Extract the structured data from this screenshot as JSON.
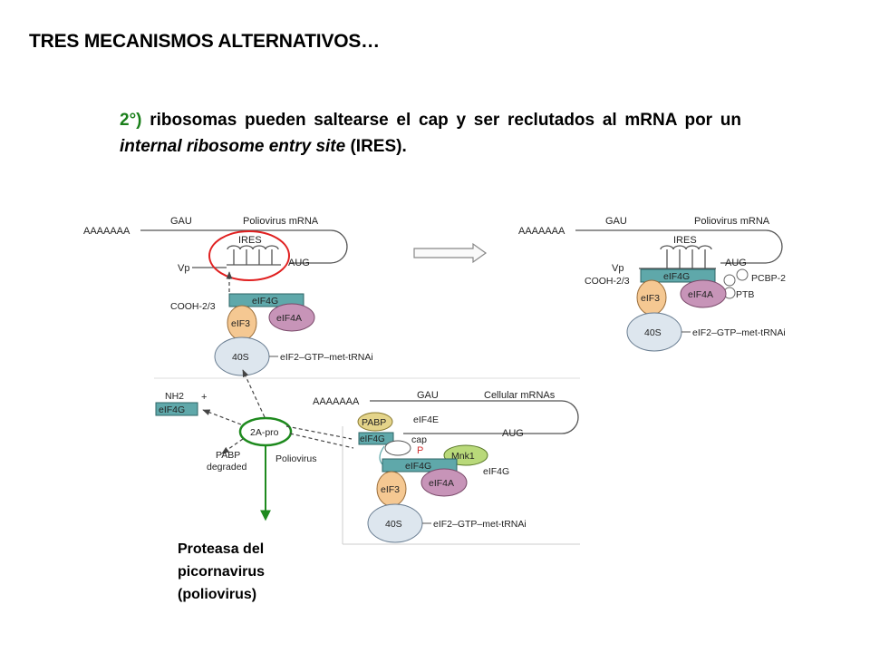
{
  "slide": {
    "title": "TRES MECANISMOS ALTERNATIVOS…",
    "para": {
      "num": "2°)",
      "text1": " ribosomas pueden saltearse el cap y ser reclutados al mRNA por un ",
      "italic": "internal ribosome entry site",
      "text2": " (IRES)."
    },
    "caption": [
      "Proteasa del",
      "picornavirus",
      "(poliovirus)"
    ]
  },
  "diagram": {
    "polyA": "AAAAAAA",
    "gau": "GAU",
    "polio_mrna": "Poliovirus mRNA",
    "ires": "IRES",
    "aug": "AUG",
    "vp": "Vp",
    "cooh": "COOH-2/3",
    "eif4g": "eIF4G",
    "eif3": "eIF3",
    "eif4a": "eIF4A",
    "s40": "40S",
    "ternary": "eIF2–GTP–met-tRNAi",
    "pcbp2": "PCBP-2",
    "ptb": "PTB",
    "nh2": "NH2",
    "plus": "+",
    "pro2a": "2A-pro",
    "pabp_degraded": [
      "PABP",
      "degraded"
    ],
    "poliovirus": "Poliovirus",
    "cellular": "Cellular mRNAs",
    "pabp": "PABP",
    "eif4e": "eIF4E",
    "cap": "cap",
    "p": "P",
    "mnk1": "Mnk1",
    "eif4g_side": "eIF4G"
  },
  "colors": {
    "eif4g": "#5fa8aa",
    "eif3": "#f5c892",
    "eif4a": "#c794b8",
    "ribosome": "#dde6ee",
    "pabp": "#e4d48a",
    "mnk1": "#b9d97a",
    "ires_circle": "#e02020",
    "pro2a_circle": "#1e8a1e",
    "green_arrow": "#1e8a1e"
  }
}
